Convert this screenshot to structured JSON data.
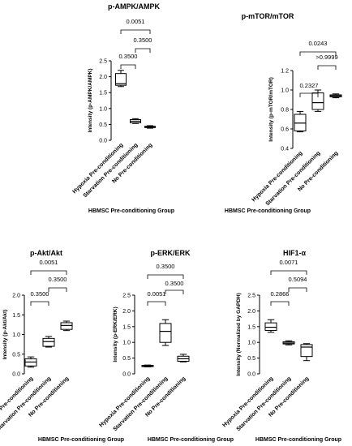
{
  "chart_data": [
    {
      "type": "box",
      "title": "p-AMPK/AMPK",
      "ylabel": "Intensity (p-AMPK/AMPK)",
      "xlabel": "HBMSC Pre-conditioning Group",
      "categories": [
        "Hypoxia Pre-conditioning",
        "Starvation Pre-conditioning",
        "No Pre-conditioning"
      ],
      "ylim": [
        0,
        2.5
      ],
      "yticks": [
        "0.0",
        "0.5",
        "1.0",
        "1.5",
        "2.0",
        "2.5"
      ],
      "boxes": [
        {
          "min": 1.69,
          "q1": 1.73,
          "median": 1.78,
          "q3": 2.1,
          "max": 2.2
        },
        {
          "min": 0.53,
          "q1": 0.55,
          "median": 0.6,
          "q3": 0.65,
          "max": 0.68
        },
        {
          "min": 0.38,
          "q1": 0.4,
          "median": 0.42,
          "q3": 0.44,
          "max": 0.46
        }
      ],
      "brackets": [
        {
          "from": 0,
          "to": 2,
          "label": "0.0051"
        },
        {
          "from": 1,
          "to": 2,
          "label": "0.3500"
        },
        {
          "from": 0,
          "to": 1,
          "label": "0.3500"
        }
      ]
    },
    {
      "type": "box",
      "title": "p-mTOR/mTOR",
      "ylabel": "Intensity (p-mTOR/mTOR)",
      "xlabel": "HBMSC Pre-conditioning Group",
      "categories": [
        "Hypoxia Pre-conditioning",
        "Starvation Pre-conditioning",
        "No Pre-conditioning"
      ],
      "ylim": [
        0.4,
        1.2
      ],
      "yticks": [
        "0.4",
        "0.6",
        "0.8",
        "1.0",
        "1.2"
      ],
      "boxes": [
        {
          "min": 0.57,
          "q1": 0.58,
          "median": 0.66,
          "q3": 0.75,
          "max": 0.78
        },
        {
          "min": 0.78,
          "q1": 0.8,
          "median": 0.87,
          "q3": 0.97,
          "max": 1.0
        },
        {
          "min": 0.92,
          "q1": 0.93,
          "median": 0.94,
          "q3": 0.95,
          "max": 0.96
        }
      ],
      "brackets": [
        {
          "from": 0,
          "to": 2,
          "label": "0.0243"
        },
        {
          "from": 1,
          "to": 2,
          "label": ">0.9999"
        },
        {
          "from": 0,
          "to": 1,
          "label": "0.2327"
        }
      ]
    },
    {
      "type": "box",
      "title": "p-Akt/Akt",
      "ylabel": "Intensity (p-Akt/Akt)",
      "xlabel": "HBMSC Pre-conditioning Group",
      "categories": [
        "Hypoxia Pre-conditioning",
        "Starvation Pre-conditioning",
        "No Pre-conditioning"
      ],
      "ylim": [
        0,
        2.0
      ],
      "yticks": [
        "0.0",
        "0.5",
        "1.0",
        "1.5",
        "2.0"
      ],
      "boxes": [
        {
          "min": 0.17,
          "q1": 0.2,
          "median": 0.3,
          "q3": 0.38,
          "max": 0.43
        },
        {
          "min": 0.68,
          "q1": 0.7,
          "median": 0.82,
          "q3": 0.9,
          "max": 0.95
        },
        {
          "min": 1.1,
          "q1": 1.13,
          "median": 1.23,
          "q3": 1.3,
          "max": 1.34
        }
      ],
      "brackets": [
        {
          "from": 0,
          "to": 2,
          "label": "0.0051"
        },
        {
          "from": 1,
          "to": 2,
          "label": "0.3500"
        },
        {
          "from": 0,
          "to": 1,
          "label": "0.3500"
        }
      ]
    },
    {
      "type": "box",
      "title": "p-ERK/ERK",
      "ylabel": "Intensity (p-ERK/ERK)",
      "xlabel": "HBMSC Pre-conditioning Group",
      "categories": [
        "Hypoxia Pre-conditioning",
        "Starvation Pre-conditioning",
        "No Pre-conditioning"
      ],
      "ylim": [
        0,
        2.5
      ],
      "yticks": [
        "0.0",
        "0.5",
        "1.0",
        "1.5",
        "2.0",
        "2.5"
      ],
      "boxes": [
        {
          "min": 0.22,
          "q1": 0.23,
          "median": 0.25,
          "q3": 0.27,
          "max": 0.28
        },
        {
          "min": 0.9,
          "q1": 1.0,
          "median": 1.35,
          "q3": 1.6,
          "max": 1.72
        },
        {
          "min": 0.38,
          "q1": 0.4,
          "median": 0.48,
          "q3": 0.56,
          "max": 0.62
        }
      ],
      "brackets": [
        {
          "from": 0,
          "to": 2,
          "label": "0.3500"
        },
        {
          "from": 0,
          "to": 1,
          "label": "0.0051"
        },
        {
          "from": 1,
          "to": 2,
          "label": "0.3500"
        }
      ]
    },
    {
      "type": "box",
      "title": "HIF1-α",
      "ylabel": "Intensity (Normalized by GAPDH)",
      "xlabel": "HBMSC Pre-conditioning Group",
      "categories": [
        "Hypoxia Pre-conditioning",
        "Starvation Pre-conditioning",
        "No Pre-conditioning"
      ],
      "ylim": [
        0,
        2.5
      ],
      "yticks": [
        "0.0",
        "0.5",
        "1.0",
        "1.5",
        "2.0",
        "2.5"
      ],
      "boxes": [
        {
          "min": 1.32,
          "q1": 1.38,
          "median": 1.48,
          "q3": 1.62,
          "max": 1.72
        },
        {
          "min": 0.92,
          "q1": 0.95,
          "median": 0.98,
          "q3": 1.02,
          "max": 1.05
        },
        {
          "min": 0.42,
          "q1": 0.55,
          "median": 0.85,
          "q3": 0.93,
          "max": 0.96
        }
      ],
      "brackets": [
        {
          "from": 0,
          "to": 2,
          "label": "0.0071"
        },
        {
          "from": 1,
          "to": 2,
          "label": "0.5094"
        },
        {
          "from": 0,
          "to": 1,
          "label": "0.2866"
        }
      ]
    }
  ]
}
